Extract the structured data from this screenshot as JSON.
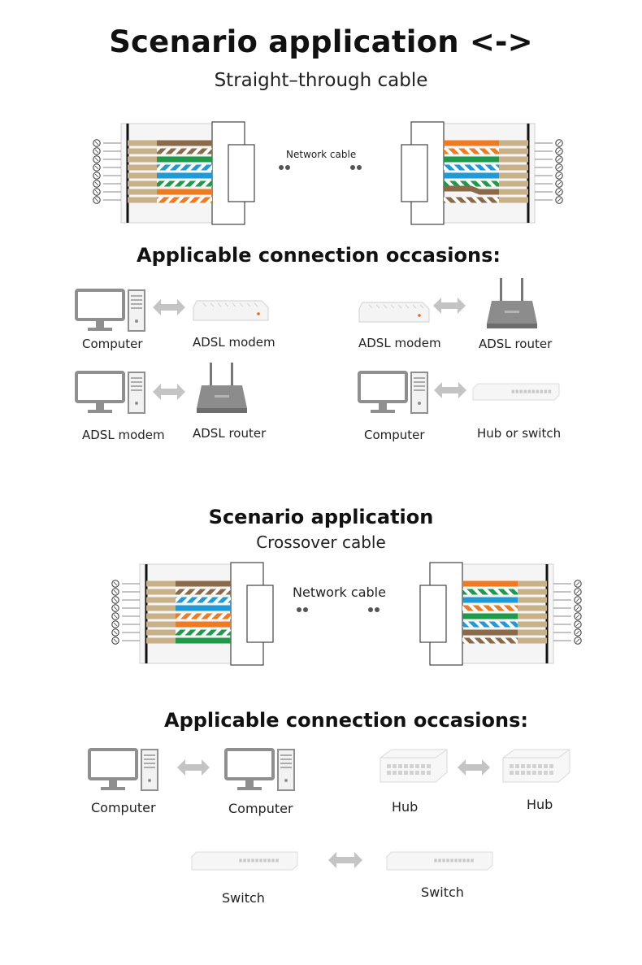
{
  "header": {
    "title": "Scenario application <->",
    "subtitle": "Straight–through cable"
  },
  "straight": {
    "cable_label": "Network cable",
    "occasions_title": "Applicable connection occasions:",
    "pairs": [
      {
        "left": "Computer",
        "right": "ADSL modem"
      },
      {
        "left": "ADSL modem",
        "right": "ADSL router"
      },
      {
        "left": "ADSL modem",
        "right": "ADSL router"
      },
      {
        "left": "Computer",
        "right": "Hub or switch"
      }
    ]
  },
  "crossover": {
    "title": "Scenario application",
    "subtitle": "Crossover cable",
    "cable_label": "Network cable",
    "occasions_title": "Applicable connection occasions:",
    "pairs": [
      {
        "left": "Computer",
        "right": "Computer"
      },
      {
        "left": "Hub",
        "right": "Hub"
      },
      {
        "left": "Switch",
        "right": "Switch"
      }
    ]
  },
  "colors": {
    "brown": "#8a6a48",
    "green": "#1f9a4a",
    "blue": "#1e9ad6",
    "orange": "#ee7a22",
    "pin": "#c8b089",
    "device": "#9a9a9a"
  },
  "icons": [
    "computer-icon",
    "modem-icon",
    "router-icon",
    "switch-icon",
    "hub-icon",
    "double-arrow-icon",
    "rj45-connector-icon"
  ]
}
